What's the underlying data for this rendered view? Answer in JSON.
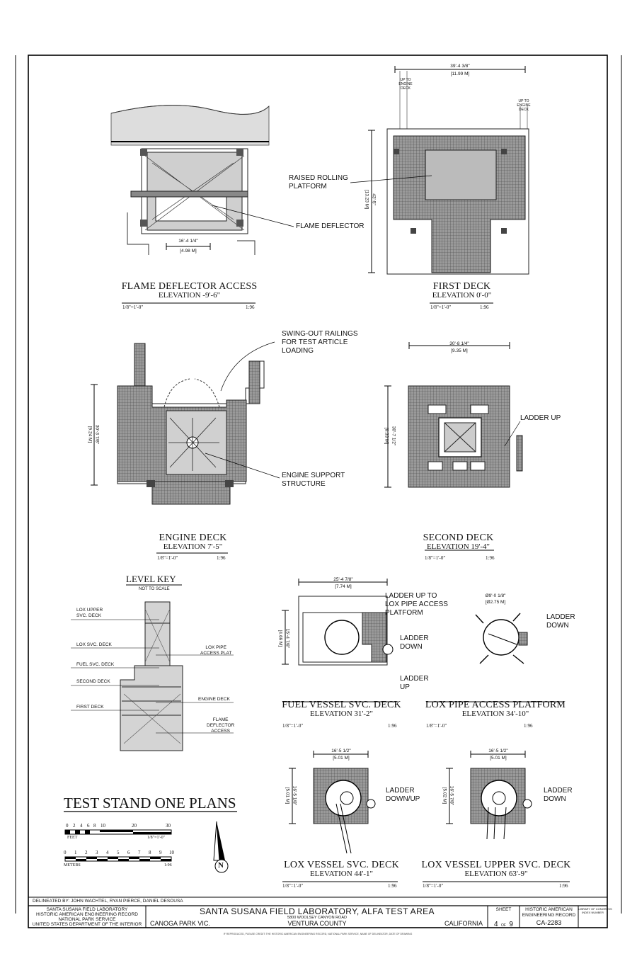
{
  "views": {
    "flame_deflector": {
      "title": "FLAME DEFLECTOR ACCESS",
      "elevation": "ELEVATION -9'-6\"",
      "scale": "1/8\"=1'-0\"",
      "metric": "1:96",
      "dim": "16'-4 1/4\"",
      "dim_m": "[4.98 M]"
    },
    "first_deck": {
      "title": "FIRST DECK",
      "elevation": "ELEVATION 0'-0\"",
      "scale": "1/8\"=1'-0\"",
      "metric": "1:96",
      "dim_w": "39'-4 3/8\"",
      "dim_w_m": "[11.99 M]",
      "dim_h": "43'-5\"",
      "dim_h_m": "[13.23 M]",
      "up1": "UP TO ENGINE DECK",
      "up2": "UP TO ENGINE DECK"
    },
    "engine_deck": {
      "title": "ENGINE DECK",
      "elevation": "ELEVATION 7'-5\"",
      "scale": "1/8\"=1'-0\"",
      "metric": "1:96",
      "dim_h": "30'-3 7/8\"",
      "dim_h_m": "[9.24 M]"
    },
    "second_deck": {
      "title": "SECOND DECK",
      "elevation": "ELEVATION 19'-4\"",
      "scale": "1/8\"=1'-0\"",
      "metric": "1:96",
      "dim_w": "30'-8 1/4\"",
      "dim_w_m": "[9.35 M]",
      "dim_h": "30'-7 1/2\"",
      "dim_h_m": "[9.33 M]"
    },
    "fuel_vessel": {
      "title": "FUEL VESSEL SVC. DECK",
      "elevation": "ELEVATION 31'-2\"",
      "scale": "1/8\"=1'-0\"",
      "metric": "1:96",
      "dim_w": "25'-4 7/8\"",
      "dim_w_m": "[7.74 M]",
      "dim_h": "15'-4 7/8\"",
      "dim_h_m": "[4.69 M]"
    },
    "lox_pipe": {
      "title": "LOX PIPE ACCESS PLATFORM",
      "elevation": "ELEVATION 34'-10\"",
      "scale": "1/8\"=1'-0\"",
      "metric": "1:96",
      "dim": "Ø9'-0 1/8\"",
      "dim_m": "[Ø2.75 M]"
    },
    "lox_vessel": {
      "title": "LOX VESSEL SVC. DECK",
      "elevation": "ELEVATION 44'-1\"",
      "scale": "1/8\"=1'-0\"",
      "metric": "1:96",
      "dim_w": "16'-5 1/2\"",
      "dim_w_m": "[5.01 M]",
      "dim_h": "16'-5 1/8\"",
      "dim_h_m": "[5.01 M]"
    },
    "lox_upper": {
      "title": "LOX VESSEL UPPER SVC. DECK",
      "elevation": "ELEVATION 63'-9\"",
      "scale": "1/8\"=1'-0\"",
      "metric": "1:96",
      "dim_w": "16'-5 1/2\"",
      "dim_w_m": "[5.01 M]",
      "dim_h": "16'-5 7/8\"",
      "dim_h_m": "[5.02 M]"
    }
  },
  "callouts": {
    "raised_rolling": "RAISED ROLLING\nPLATFORM",
    "flame_deflector": "FLAME DEFLECTOR",
    "swing_out": "SWING-OUT RAILINGS\nFOR TEST ARTICLE\nLOADING",
    "engine_support": "ENGINE SUPPORT\nSTRUCTURE",
    "ladder_up": "LADDER UP",
    "ladder_up_lox": "LADDER UP TO\nLOX PIPE ACCESS\nPLATFORM",
    "ladder_down_fuel": "LADDER\nDOWN",
    "ladder_up_fuel": "LADDER\nUP",
    "ladder_down_pipe": "LADDER\nDOWN",
    "ladder_downup": "LADDER\nDOWN/UP",
    "ladder_down_upper": "LADDER\nDOWN"
  },
  "level_key": {
    "title": "LEVEL KEY",
    "note": "NOT TO SCALE",
    "levels": [
      "LOX UPPER\nSVC. DECK",
      "LOX SVC. DECK",
      "FUEL SVC. DECK",
      "SECOND DECK",
      "FIRST DECK"
    ],
    "right_levels": [
      "LOX PIPE\nACCESS PLAT",
      "ENGINE DECK",
      "FLAME\nDEFLECTOR\nACCESS"
    ]
  },
  "sheet_title": "TEST STAND ONE PLANS",
  "scale_bar": {
    "feet_ticks": [
      "0",
      "2",
      "4",
      "6",
      "8",
      "10",
      "20",
      "30"
    ],
    "feet_label": "FEET",
    "feet_scale": "1/8\"=1'-0\"",
    "meter_ticks": [
      "0",
      "1",
      "2",
      "3",
      "4",
      "5",
      "6",
      "7",
      "8",
      "9",
      "10"
    ],
    "meter_label": "METERS",
    "meter_scale": "1:96"
  },
  "north": "N",
  "title_block": {
    "delineated": "DELINEATED BY: JOHN WACHTEL, RYAN PIERCE, DANIEL DESOUSA",
    "org_lines": [
      "SANTA SUSANA FIELD LABORATORY",
      "HISTORIC AMERICAN ENGINEERING RECORD",
      "NATIONAL PARK SERVICE",
      "UNITED STATES DEPARTMENT OF THE INTERIOR"
    ],
    "project": "SANTA SUSANA FIELD LABORATORY, ALFA TEST AREA",
    "address": "5800 WOOLSEY CANYON ROAD",
    "city": "CANOGA PARK VIC.",
    "county": "VENTURA COUNTY",
    "state": "CALIFORNIA",
    "sheet_label": "SHEET",
    "sheet_num": "4",
    "sheet_of": "OF",
    "sheet_total": "9",
    "haer": "HISTORIC AMERICAN\nENGINEERING RECORD",
    "haer_no": "CA-2283",
    "loc": "LIBRARY OF CONGRESS\nINDEX NUMBER",
    "footer": "IF REPRODUCED, PLEASE CREDIT: THE HISTORIC AMERICAN ENGINEERING RECORD, NATIONAL PARK SERVICE, NAME OF DELINEATOR, DATE OF DRAWING"
  }
}
